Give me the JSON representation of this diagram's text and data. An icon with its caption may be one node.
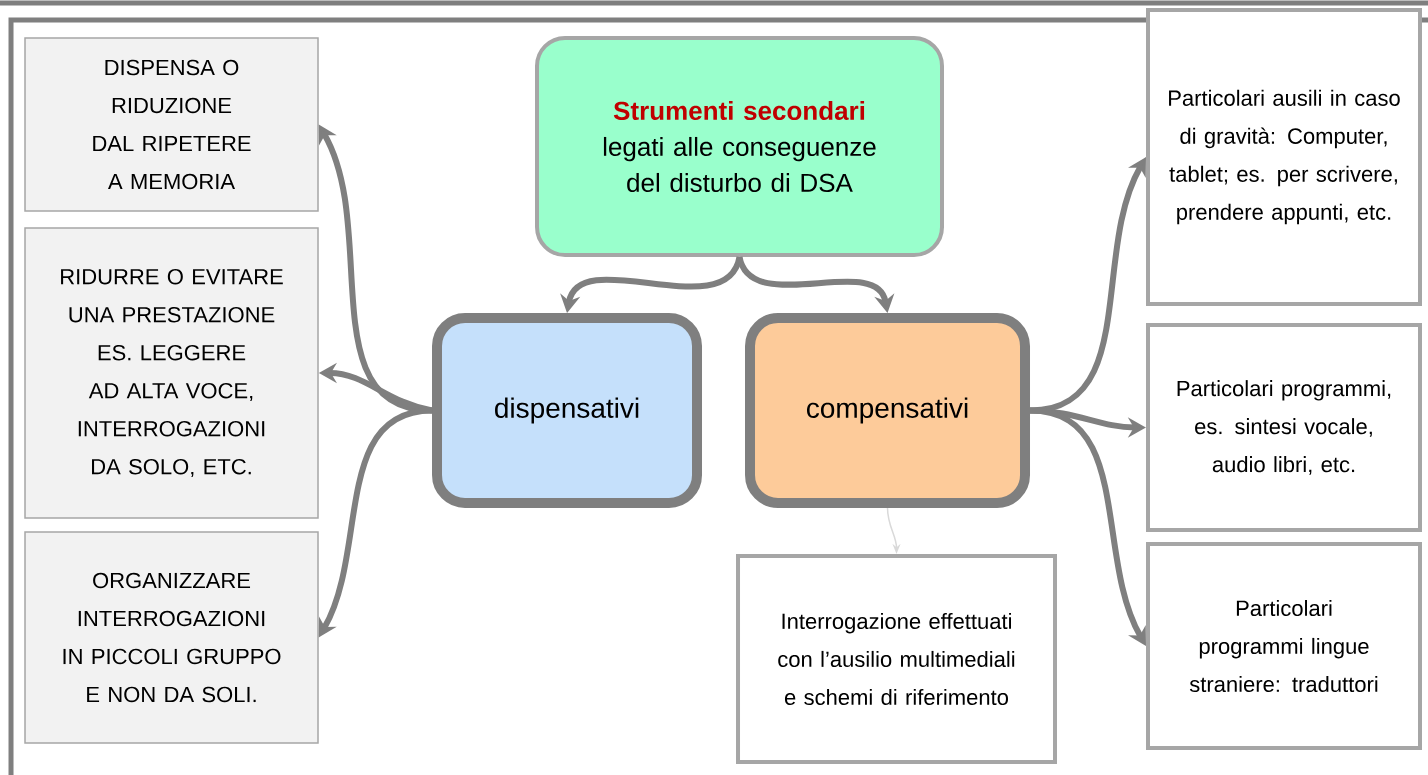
{
  "diagram": {
    "nodes": [
      {
        "text": [
          "Strumenti secondari",
          "legati alle conseguenze del disturbo di DSA"
        ]
      },
      {
        "text": [
          "dispensativi"
        ]
      },
      {
        "text": [
          "compensativi"
        ]
      },
      {
        "text": [
          "DISPENSA O RIDUZIONE DAL RIPETERE A MEMORIA"
        ]
      },
      {
        "text": [
          "RIDURRE O EVITARE UNA PRESTAZIONE ES. LEGGERE AD ALTA VOCE, INTERROGAZIONI DA SOLO, ETC."
        ]
      },
      {
        "text": [
          "ORGANIZZARE INTERROGAZIONI IN PICCOLI GRUPPO E NON DA SOLI."
        ]
      },
      {
        "text": [
          "Particolari ausili in caso di gravità: Computer, tablet; es. per scrivere, prendere appunti, etc."
        ]
      },
      {
        "text": [
          "Particolari programmi, es. sintesi vocale, audio libri, etc."
        ]
      },
      {
        "text": [
          "Particolari programmi lingue straniere: traduttori"
        ]
      },
      {
        "text": [
          "Interrogazione effettuati con l’ausilio multimediali e schemi di riferimento"
        ]
      }
    ],
    "edges": [
      {
        "from": 0,
        "to": 1,
        "arrow": "to"
      },
      {
        "from": 0,
        "to": 2,
        "arrow": "to"
      },
      {
        "from": 1,
        "to": 3,
        "arrow": "to"
      },
      {
        "from": 1,
        "to": 4,
        "arrow": "to"
      },
      {
        "from": 1,
        "to": 5,
        "arrow": "to"
      },
      {
        "from": 2,
        "to": 6,
        "arrow": "to"
      },
      {
        "from": 2,
        "to": 7,
        "arrow": "to"
      },
      {
        "from": 2,
        "to": 8,
        "arrow": "to"
      },
      {
        "from": 2,
        "to": 9,
        "arrow": "to",
        "color": "#d9d9d9"
      }
    ]
  }
}
